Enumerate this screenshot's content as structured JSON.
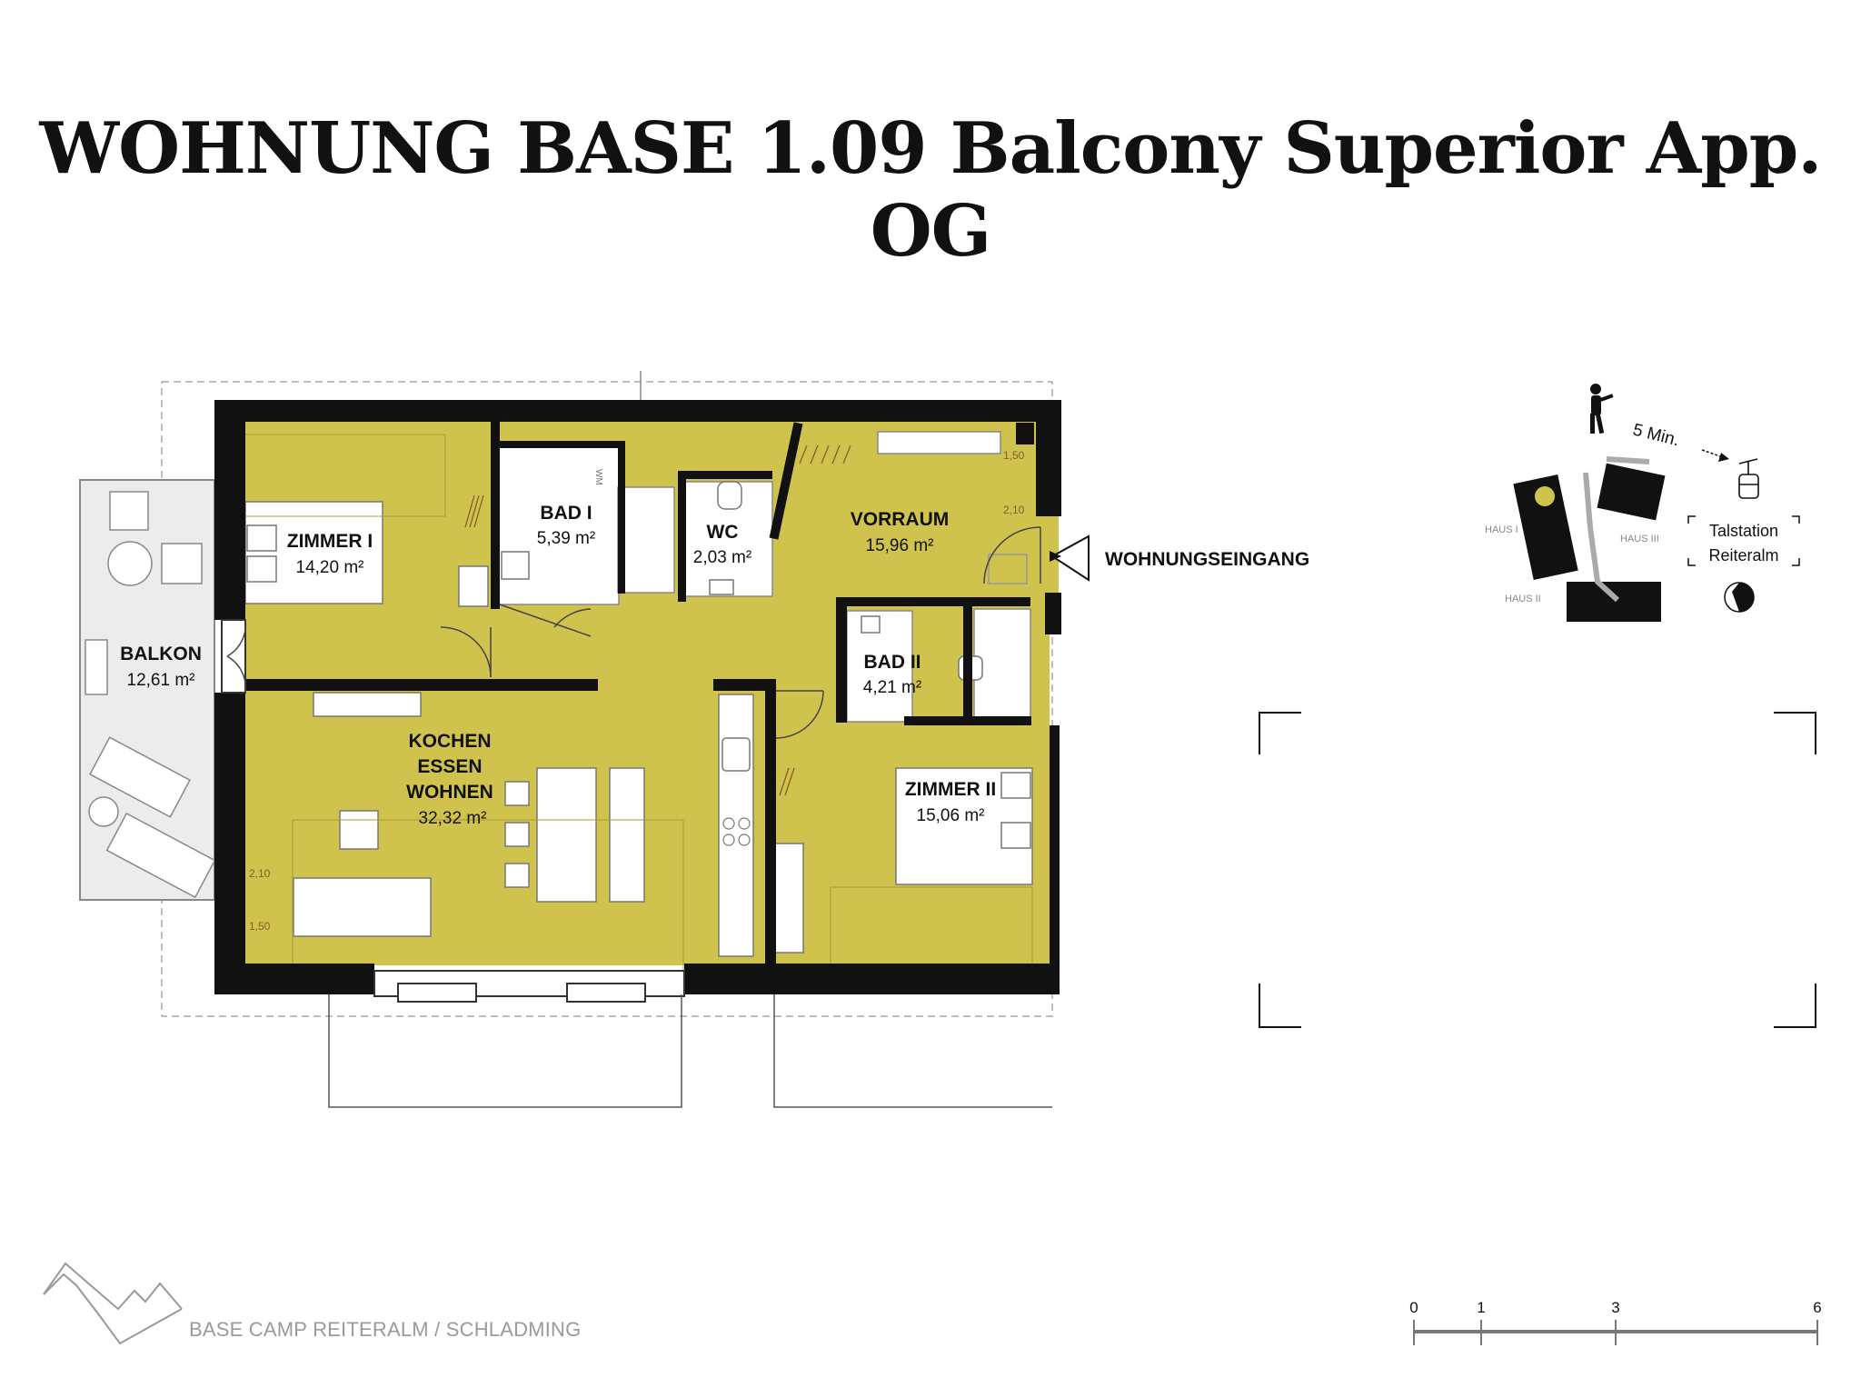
{
  "header": {
    "title": "WOHNUNG BASE 1.09 Balcony Superior App. OG"
  },
  "colors": {
    "floor": "#cfc34d",
    "wall": "#111111",
    "balcony": "#ececec",
    "dimension": "#8a5a2b"
  },
  "rooms": {
    "zimmer1": {
      "name": "ZIMMER I",
      "area": "14,20 m²"
    },
    "bad1": {
      "name": "BAD I",
      "area": "5,39 m²"
    },
    "wc": {
      "name": "WC",
      "area": "2,03 m²"
    },
    "vorraum": {
      "name": "VORRAUM",
      "area": "15,96 m²"
    },
    "bad2": {
      "name": "BAD II",
      "area": "4,21 m²"
    },
    "zimmer2": {
      "name": "ZIMMER II",
      "area": "15,06 m²"
    },
    "balkon": {
      "name": "BALKON",
      "area": "12,61 m²"
    },
    "kochen": {
      "name_lines": [
        "KOCHEN",
        "ESSEN",
        "WOHNEN"
      ],
      "area": "32,32 m²"
    }
  },
  "entrance": {
    "label": "WOHNUNGSEINGANG"
  },
  "dimension_marks": {
    "vorraum_top": "1,50",
    "vorraum_bottom": "2,10",
    "living_top": "2,10",
    "living_bottom": "1,50"
  },
  "appliance_mark": "WM",
  "site_plan": {
    "walk_time": "5 Min.",
    "station_line1": "Talstation",
    "station_line2": "Reiteralm",
    "haus1": "HAUS I",
    "haus2": "HAUS II",
    "haus3": "HAUS III"
  },
  "footer": {
    "brand": "BASE CAMP REITERALM / SCHLADMING"
  },
  "scale_bar": {
    "ticks": [
      "0",
      "1",
      "3",
      "6"
    ]
  }
}
